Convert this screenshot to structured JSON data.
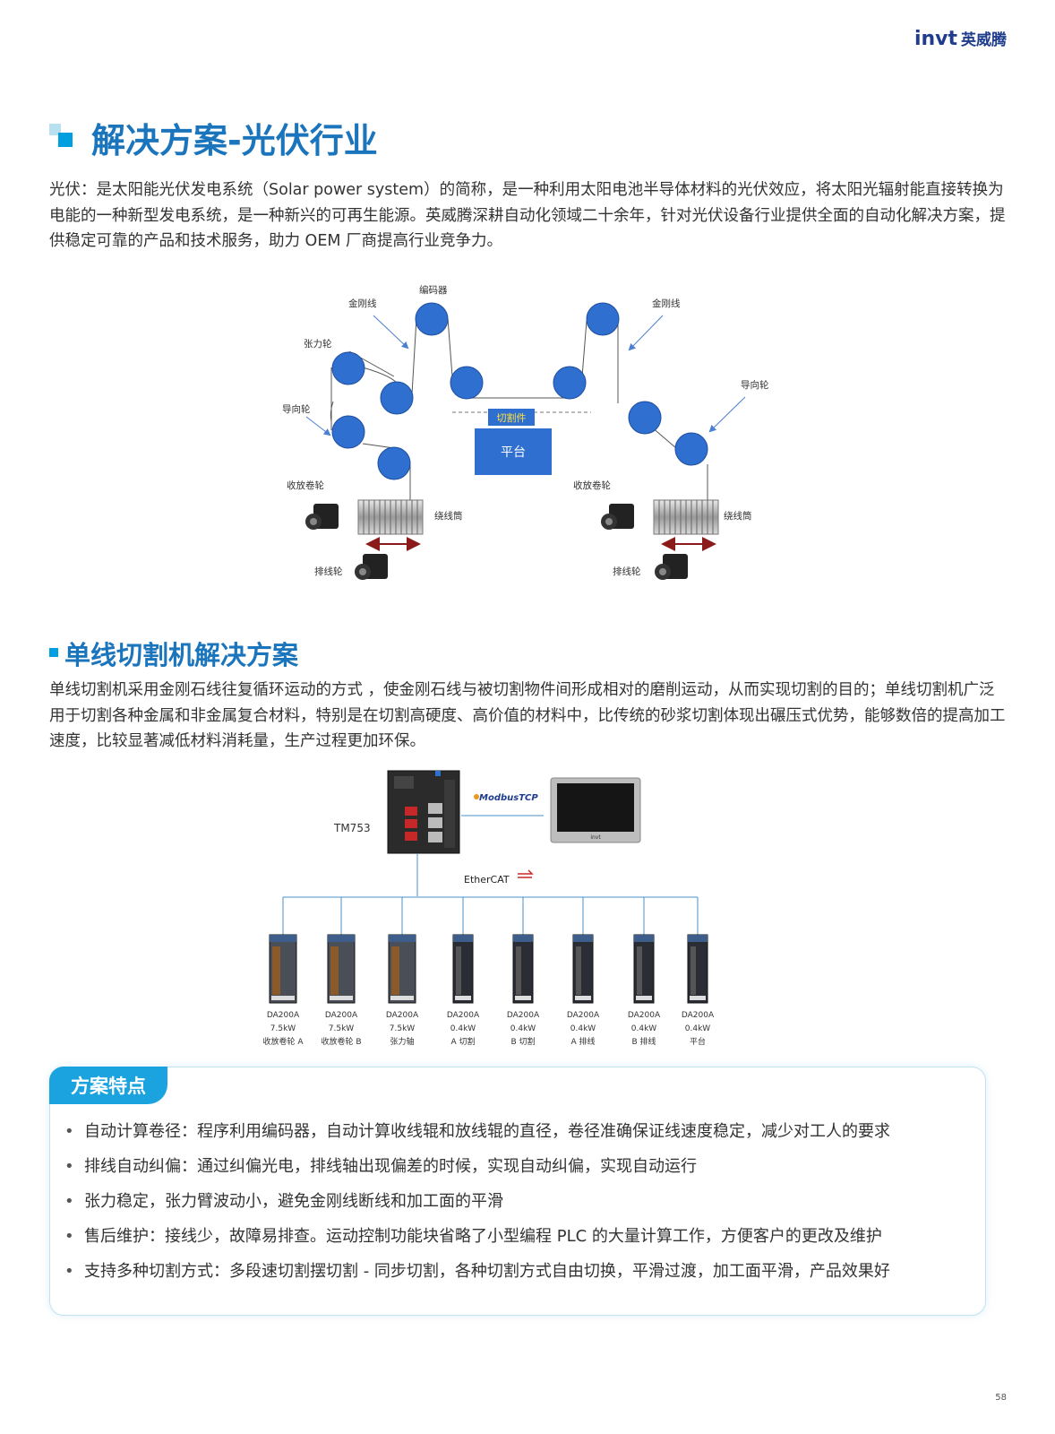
{
  "header": {
    "logo_mark": "invt",
    "logo_cn": "英威腾"
  },
  "section1": {
    "title": "解决方案-光伏行业",
    "paragraph": "光伏：是太阳能光伏发电系统（Solar power system）的简称，是一种利用太阳电池半导体材料的光伏效应，将太阳光辐射能直接转换为电能的一种新型发电系统，是一种新兴的可再生能源。英威腾深耕自动化领域二十余年，针对光伏设备行业提供全面的自动化解决方案，提供稳定可靠的产品和技术服务，助力 OEM 厂商提高行业竞争力。"
  },
  "diagram1": {
    "labels": {
      "encoder": "编码器",
      "diamond_wire_left": "金刚线",
      "diamond_wire_right": "金刚线",
      "tension_wheel": "张力轮",
      "guide_wheel_left": "导向轮",
      "guide_wheel_right": "导向轮",
      "cut_piece": "切割件",
      "platform": "平台",
      "reel_left": "收放卷轮",
      "reel_right": "收放卷轮",
      "drum_left": "绕线筒",
      "drum_right": "绕线筒",
      "traverse_left": "排线轮",
      "traverse_right": "排线轮"
    }
  },
  "section2": {
    "title": "单线切割机解决方案",
    "paragraph": "单线切割机采用金刚石线往复循环运动的方式 ，使金刚石线与被切割物件间形成相对的磨削运动，从而实现切割的目的；单线切割机广泛用于切割各种金属和非金属复合材料，特别是在切割高硬度、高价值的材料中，比传统的砂浆切割体现出碾压式优势，能够数倍的提高加工速度，比较显著减低材料消耗量，生产过程更加环保。"
  },
  "diagram2": {
    "plc_label": "TM753",
    "protocol_top": "ModbusTCP",
    "bus_label": "EtherCAT",
    "hmi_brand": "invt",
    "drives": [
      {
        "model": "DA200A",
        "power": "7.5kW",
        "role": "收放卷轮 A"
      },
      {
        "model": "DA200A",
        "power": "7.5kW",
        "role": "收放卷轮 B"
      },
      {
        "model": "DA200A",
        "power": "7.5kW",
        "role": "张力轴"
      },
      {
        "model": "DA200A",
        "power": "0.4kW",
        "role": "A 切割"
      },
      {
        "model": "DA200A",
        "power": "0.4kW",
        "role": "B 切割"
      },
      {
        "model": "DA200A",
        "power": "0.4kW",
        "role": "A 排线"
      },
      {
        "model": "DA200A",
        "power": "0.4kW",
        "role": "B 排线"
      },
      {
        "model": "DA200A",
        "power": "0.4kW",
        "role": "平台"
      }
    ]
  },
  "features": {
    "title": "方案特点",
    "bullet": "•",
    "items": [
      "自动计算卷径：程序利用编码器，自动计算收线辊和放线辊的直径，卷径准确保证线速度稳定，减少对工人的要求",
      "排线自动纠偏：通过纠偏光电，排线轴出现偏差的时候，实现自动纠偏，实现自动运行",
      "张力稳定，张力臂波动小，避免金刚线断线和加工面的平滑",
      "售后维护：接线少，故障易排查。运动控制功能块省略了小型编程 PLC 的大量计算工作，方便客户的更改及维护",
      "支持多种切割方式：多段速切割摆切割 - 同步切割，各种切割方式自由切换，平滑过渡，加工面平滑，产品效果好"
    ]
  },
  "page_number": "58",
  "colors": {
    "brand_blue": "#1b75bc",
    "accent_cyan": "#1aa3de",
    "wheel_blue": "#2f6fcf",
    "logo_navy": "#1f3d8c"
  }
}
